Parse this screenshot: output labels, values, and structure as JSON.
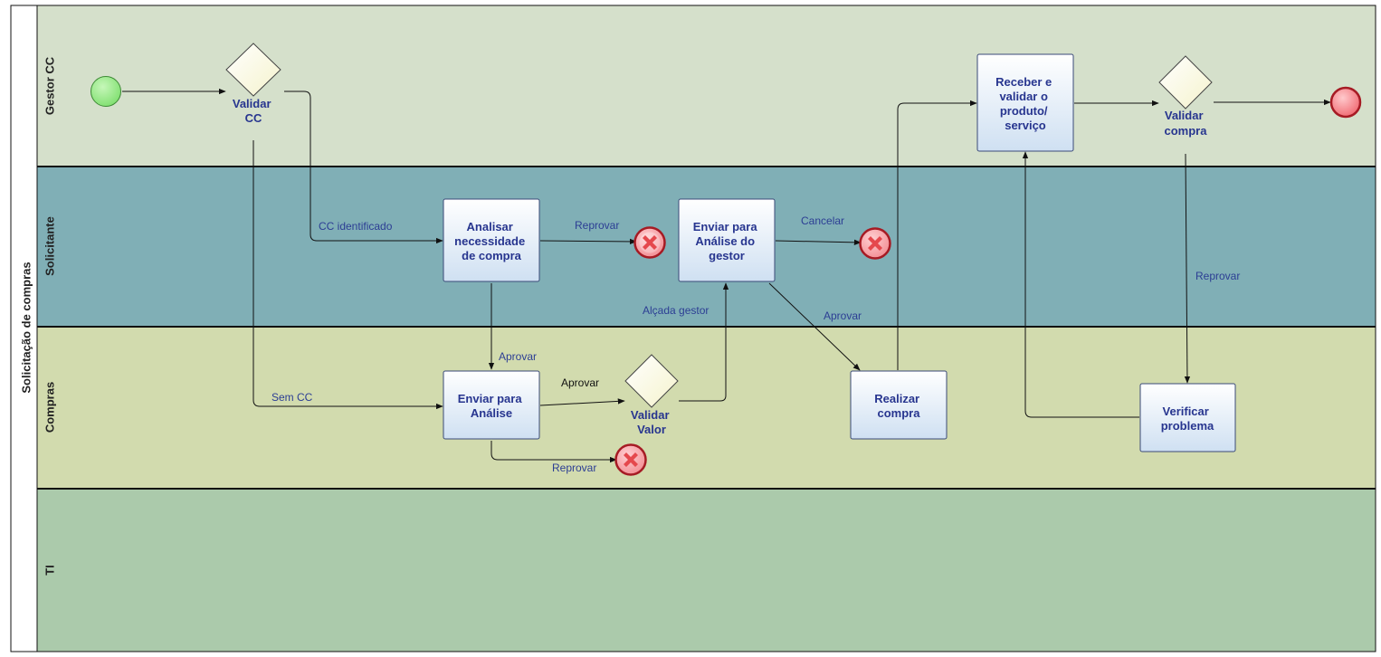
{
  "pool": {
    "label": "Solicitação de compras"
  },
  "lanes": [
    {
      "id": "gestor",
      "label": "Gestor CC",
      "color": "#d5e0cb"
    },
    {
      "id": "solicitante",
      "label": "Solicitante",
      "color": "#80afb6"
    },
    {
      "id": "compras",
      "label": "Compras",
      "color": "#d2dbae"
    },
    {
      "id": "ti",
      "label": "TI",
      "color": "#abcaab"
    }
  ],
  "events": {
    "start": {
      "type": "start",
      "color": "#7fdf6f"
    },
    "end": {
      "type": "end",
      "color": "#f06870"
    },
    "cancel_analisar": {
      "type": "cancel",
      "color": "#e5484d"
    },
    "cancel_enviar_gestor": {
      "type": "cancel",
      "color": "#e5484d"
    },
    "cancel_enviar_analise": {
      "type": "cancel",
      "color": "#e5484d"
    }
  },
  "gateways": {
    "validar_cc": {
      "lines": [
        "Validar",
        "CC"
      ]
    },
    "validar_valor": {
      "lines": [
        "Validar",
        "Valor"
      ]
    },
    "validar_compra": {
      "lines": [
        "Validar",
        "compra"
      ]
    }
  },
  "tasks": {
    "analisar": {
      "lines": [
        "Analisar",
        "necessidade",
        "de compra"
      ]
    },
    "enviar_gestor": {
      "lines": [
        "Enviar para",
        "Análise do",
        "gestor"
      ]
    },
    "enviar_analise": {
      "lines": [
        "Enviar para",
        "Análise"
      ]
    },
    "realizar": {
      "lines": [
        "Realizar",
        "compra"
      ]
    },
    "receber": {
      "lines": [
        "Receber e",
        "validar o",
        "produto/",
        "serviço"
      ]
    },
    "verificar": {
      "lines": [
        "Verificar",
        "problema"
      ]
    }
  },
  "flows": {
    "cc_identificado": "CC identificado",
    "sem_cc": "Sem CC",
    "reprovar_analisar": "Reprovar",
    "aprovar_analisar": "Aprovar",
    "cancelar": "Cancelar",
    "alcada_gestor": "Alçada gestor",
    "aprovar_gestor": "Aprovar",
    "aprovar_valor": "Aprovar",
    "reprovar_enviar": "Reprovar",
    "reprovar_compra": "Reprovar"
  }
}
